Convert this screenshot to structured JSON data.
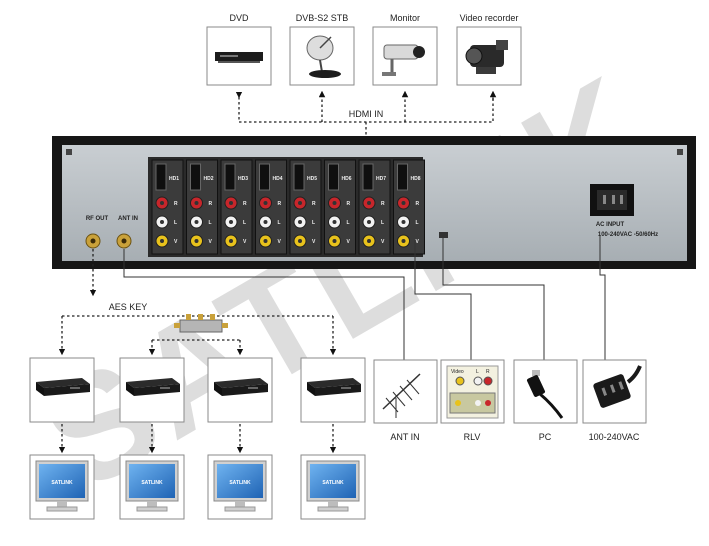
{
  "top_devices": [
    {
      "label": "DVD",
      "icon": "dvd-player-icon"
    },
    {
      "label": "DVB-S2 STB",
      "icon": "satellite-dish-icon"
    },
    {
      "label": "Monitor",
      "icon": "security-camera-icon"
    },
    {
      "label": "Video recorder",
      "icon": "camcorder-icon"
    }
  ],
  "hdmi_in_label": "HDMI IN",
  "aes_key_label": "AES KEY",
  "watermark": "SATLINK",
  "panel": {
    "rf_out": "RF OUT",
    "ant_in": "ANT IN",
    "hdmi_ports": [
      "HD1",
      "HD2",
      "HD3",
      "HD4",
      "HD5",
      "HD6",
      "HD7",
      "HD8"
    ],
    "audio_labels": [
      "R",
      "L",
      "V"
    ],
    "ac_input": "AC INPUT",
    "ac_rating": "100-240VAC -50/60Hz"
  },
  "right_connections": [
    {
      "label": "ANT IN",
      "icon": "antenna-icon"
    },
    {
      "label": "RLV",
      "icon": "rca-connector-icon",
      "panel_text": [
        "Video",
        "L",
        "R"
      ]
    },
    {
      "label": "PC",
      "icon": "usb-cable-icon"
    },
    {
      "label": "100-240VAC",
      "icon": "power-plug-icon"
    }
  ],
  "receivers": [
    {
      "icon": "set-top-box-icon"
    },
    {
      "icon": "set-top-box-icon"
    },
    {
      "icon": "set-top-box-icon"
    },
    {
      "icon": "set-top-box-icon"
    }
  ],
  "tv_screen_text": "SATLINK",
  "tvs": [
    {
      "icon": "tv-monitor-icon"
    },
    {
      "icon": "tv-monitor-icon"
    },
    {
      "icon": "tv-monitor-icon"
    },
    {
      "icon": "tv-monitor-icon"
    }
  ],
  "colors": {
    "panel_bg": "#b9bfc4",
    "chassis": "#1a1a1a",
    "rca_red": "#c8262b",
    "rca_white": "#f2f2f2",
    "rca_yellow": "#e8c21c",
    "tv_screen": "#2f7fd0"
  }
}
